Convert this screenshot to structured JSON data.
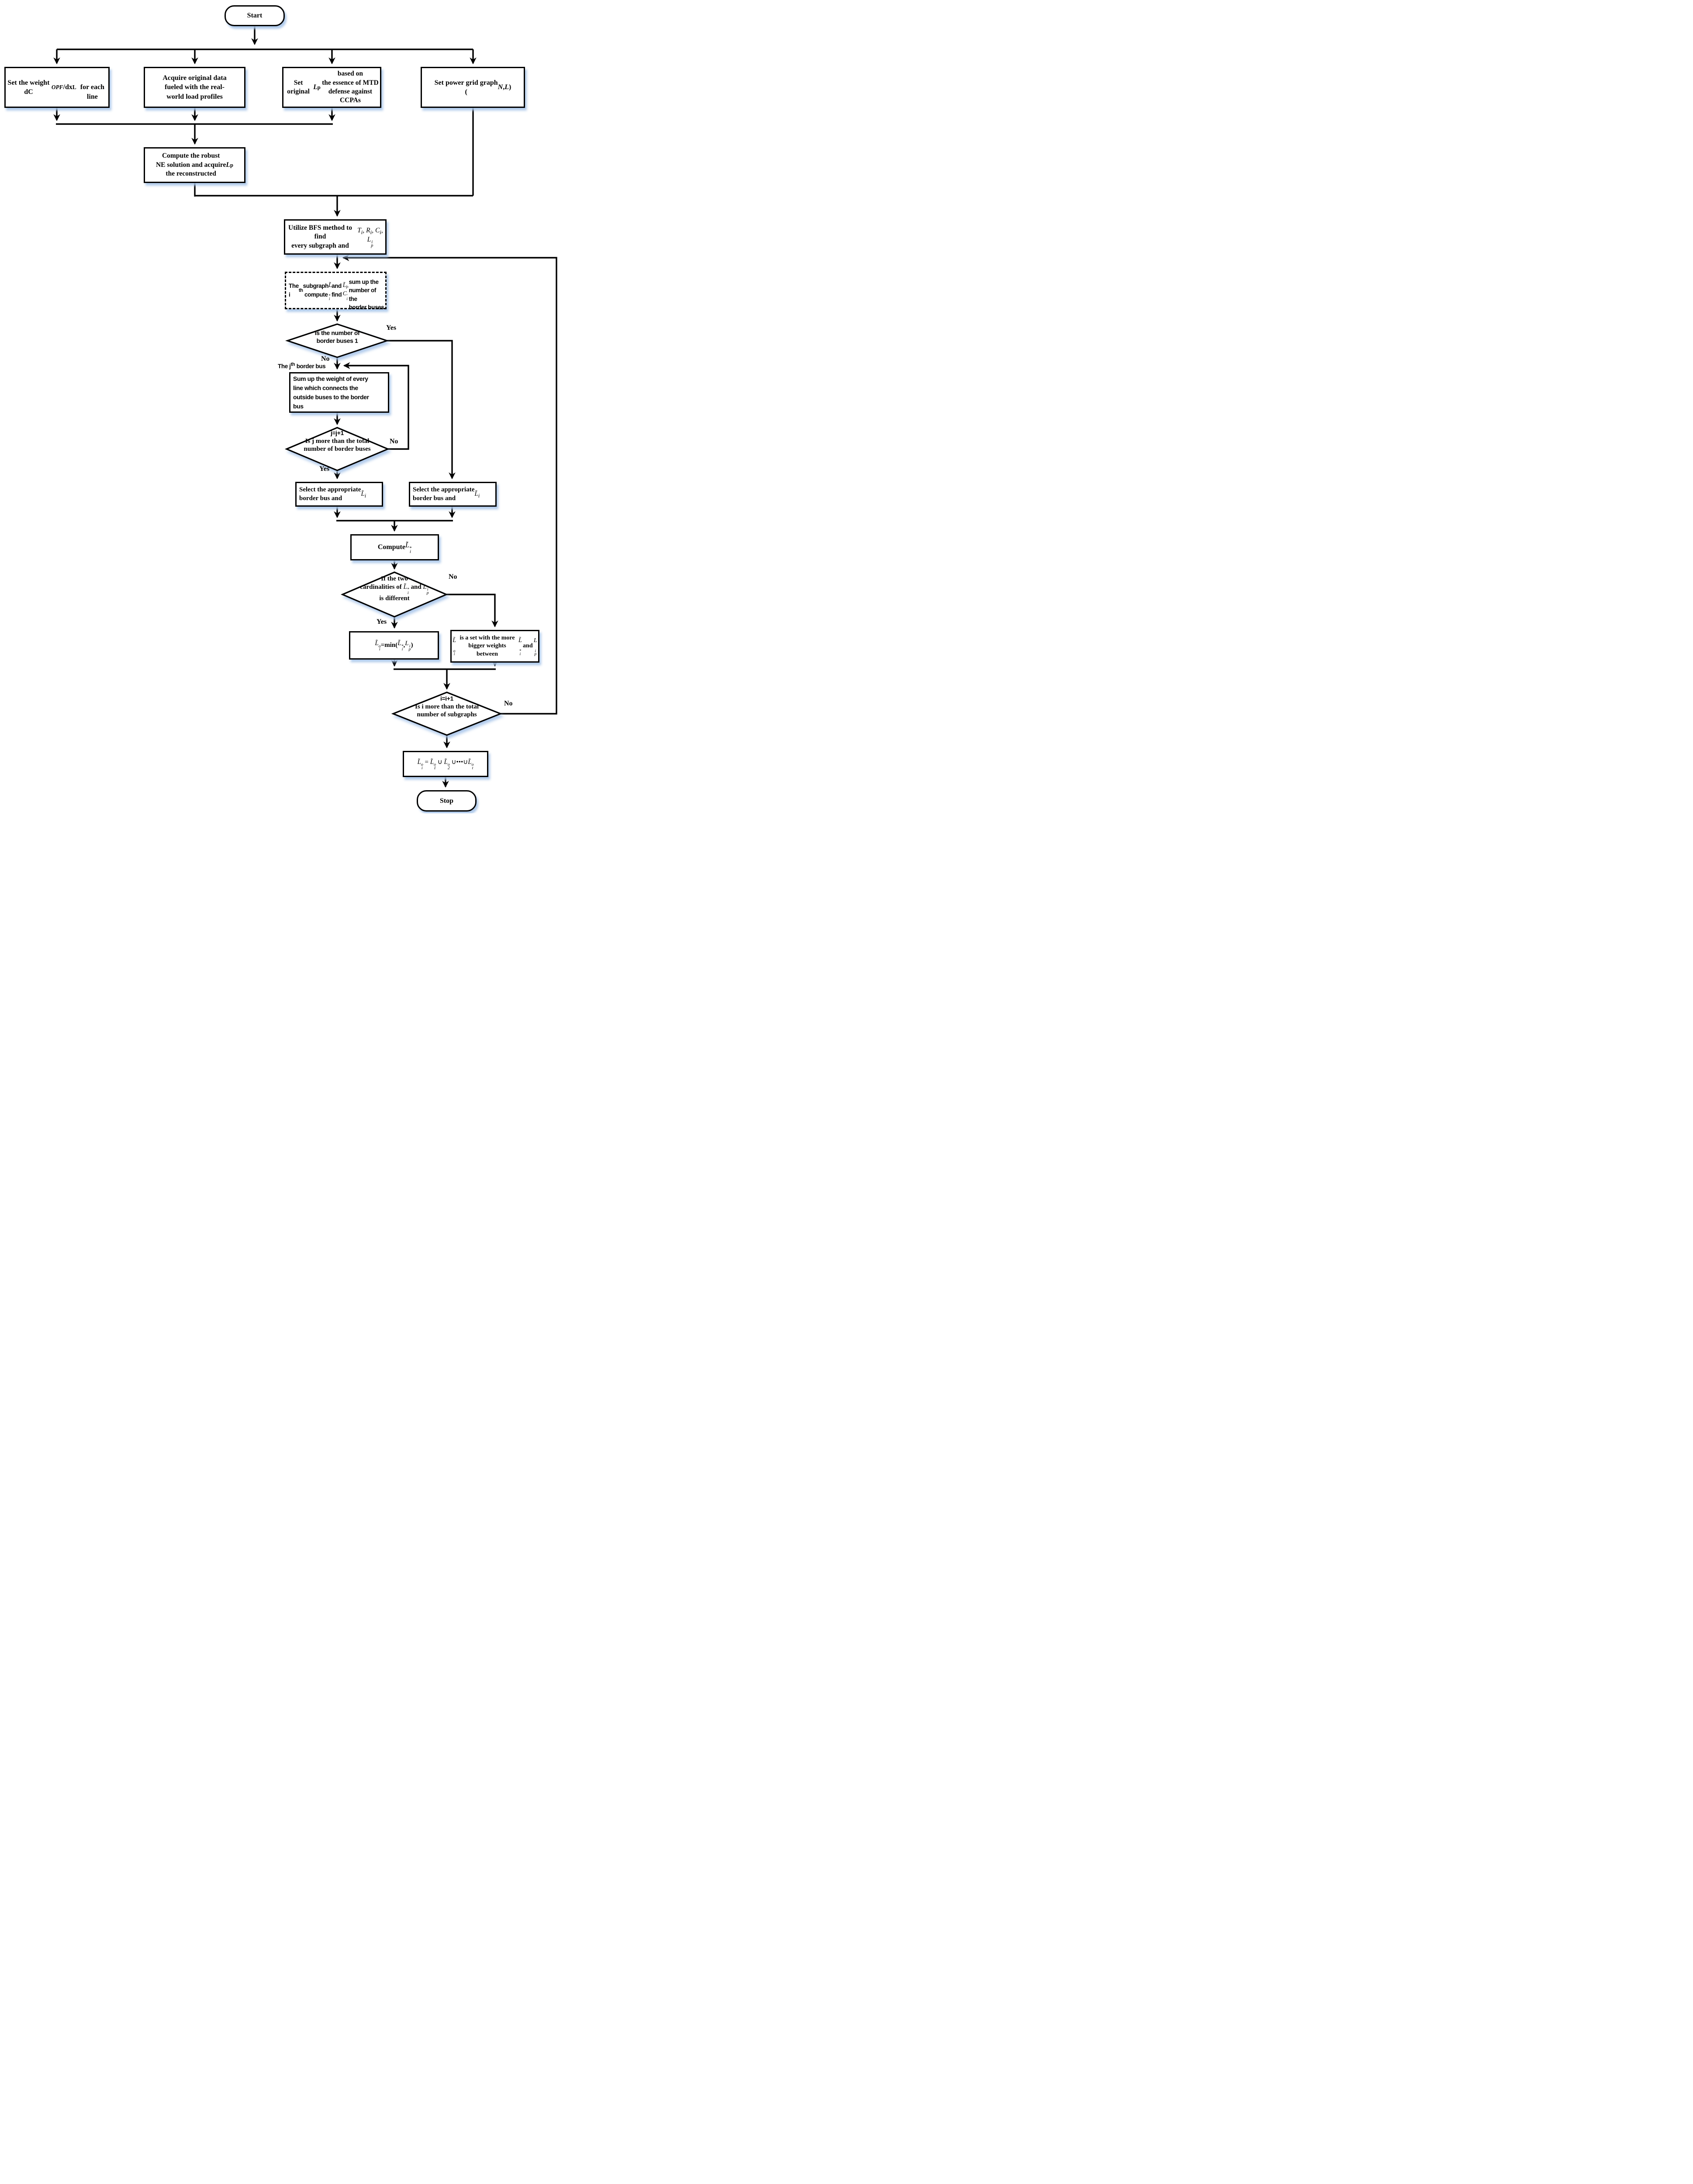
{
  "nodes": {
    "start": {
      "label": "Start"
    },
    "set_weight": {
      "html": "Set the weight dC<sub><i>OPF</i></sub>/dx<sub>L</sub><br>for each line"
    },
    "acquire_data": {
      "html": "Acquire original data<br>fueled with the real-<br>world load profiles"
    },
    "set_lp": {
      "html": "Set original <i>L</i><sub>p</sub> based on<br>the essence of MTD<br>defense against CCPAs"
    },
    "power_grid": {
      "html": "Set power grid graph<br>(<i>N</i>, <i>L</i>)"
    },
    "compute_ne": {
      "html": "Compute the robust<br>NE solution and acquire<br>the reconstructed <i>L</i><sub>p</sub>"
    },
    "bfs": {
      "html": "Utilize BFS method to find<br>every subgraph and<br><span class=\"math\"><i>T<sub>i</sub></i>, <i>R<sub>i</sub></i>, <i>C<sub>i</sub></i>, <i>L</i><span class=\"stk\"><span>i</span><span>p</span></span></span>"
    },
    "subgraph_i": {
      "html": "The i<sup>th</sup> subgraph<br>&nbsp;compute <span class=\"math\"><i>L&#771;</i><span class=\"stk\"><span>*</span><span>i</span></span></span> and find <span class=\"math\"><i>L&#771;</i><sub><i>i</i></sub>, <i>C</i><span class=\"stk\"><span>&#8242;</span><span>i</span></span></span><br>sum up the number of the<br>border buses"
    },
    "d_border_one": {
      "html": "Is the number of<br>border buses 1"
    },
    "j_border_label": {
      "html": "The j<sup>th</sup> border bus"
    },
    "sum_weight": {
      "html": "Sum up the weight of every<br>line which connects the<br>outside buses to the border<br>bus"
    },
    "d_j_loop": {
      "line1": "j=j+1",
      "html": "Is j more than the total<br>number of border buses"
    },
    "select_left": {
      "html": "Select the appropriate<br>border bus and <span class=\"math\"><i>L&#771;</i><sub><i>i</i></sub></span>"
    },
    "select_right": {
      "html": "Select the appropriate<br>border bus and <span class=\"math\"><i>L&#771;</i><sub><i>i</i></sub></span>"
    },
    "compute_li": {
      "html": "Compute <span class=\"math\"><i>L&#771;</i><span class=\"stk\"><span>*</span><span>i</span></span></span>"
    },
    "d_cardinality": {
      "html": "If the two<br>cardinalities of <span class=\"math\"><i>L&#771;</i><span class=\"stk\"><span>*</span><span>i</span></span></span> and <span class=\"math\"><i>L</i><span class=\"stk\"><span>i</span><span>p</span></span></span><br>is different"
    },
    "min_set": {
      "html": "<span class=\"math\"><i>L&#771;</i><span class=\"stk\"><span>o</span><span>i</span></span></span>=min( <span class=\"math\"><i>L&#771;</i><span class=\"stk\"><span>*</span><span>i</span></span></span> , <span class=\"math\"><i>L</i><span class=\"stk\"><span>i</span><span>p</span></span></span> )"
    },
    "bigger_set": {
      "html": "<span class=\"math\"><i>L&#771;</i><span class=\"stk\"><span>o</span><span>i</span></span></span> is a set with the more<br>bigger weights between<br><span class=\"math\"><i>L&#771;</i><span class=\"stk\"><span>*</span><span>i</span></span></span> and <span class=\"math\"><i>L</i><span class=\"stk\"><span>i</span><span>p</span></span></span>"
    },
    "d_i_loop": {
      "line1": "i=i+1",
      "html": "Is i more than the total<br>number of subgraphs"
    },
    "union_set": {
      "html": "<span class=\"math\"><i>L&#771;</i><span class=\"stk\"><span>o</span><span>i</span></span> = <i>L&#771;</i><span class=\"stk\"><span>o</span><span>1</span></span> &#8746; <i>L&#771;</i><span class=\"stk\"><span>o</span><span>2</span></span> &#8746;&#8226;&#8226;&#8226;&#8746;<i>L&#771;</i><span class=\"stk\"><span>o</span><span>t</span></span></span>"
    },
    "stop": {
      "label": "Stop"
    }
  },
  "edge_labels": {
    "d1_yes": "Yes",
    "d1_no": "No",
    "d2_no": "No",
    "d2_yes": "Yes",
    "d3_no": "No",
    "d3_yes": "Yes",
    "d4_no": "No"
  },
  "colors": {
    "line": "#000000",
    "node_fill": "#ffffff",
    "shadow": "#a8c5e9"
  }
}
